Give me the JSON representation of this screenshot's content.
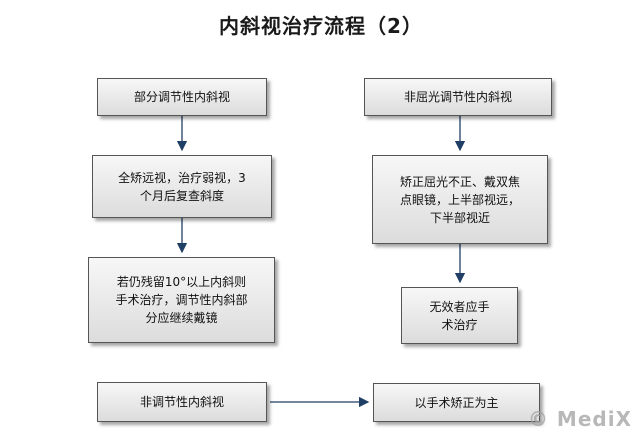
{
  "title": "内斜视治疗流程（2）",
  "left_column": {
    "box1": "部分调节性内斜视",
    "box2": "全矫远视，治疗弱视，3个月后复查斜度",
    "box3": "若仍残留10°以上内斜则手术治疗，调节性内斜部分应继续戴镜"
  },
  "right_column": {
    "box1": "非屈光调节性内斜视",
    "box2": "矫正屈光不正、戴双焦点眼镜，上半部视远，下半部视近",
    "box3": "无效者应手术治疗"
  },
  "bottom_row": {
    "left": "非调节性内斜视",
    "right": "以手术矫正为主"
  },
  "watermark": "© MediX"
}
